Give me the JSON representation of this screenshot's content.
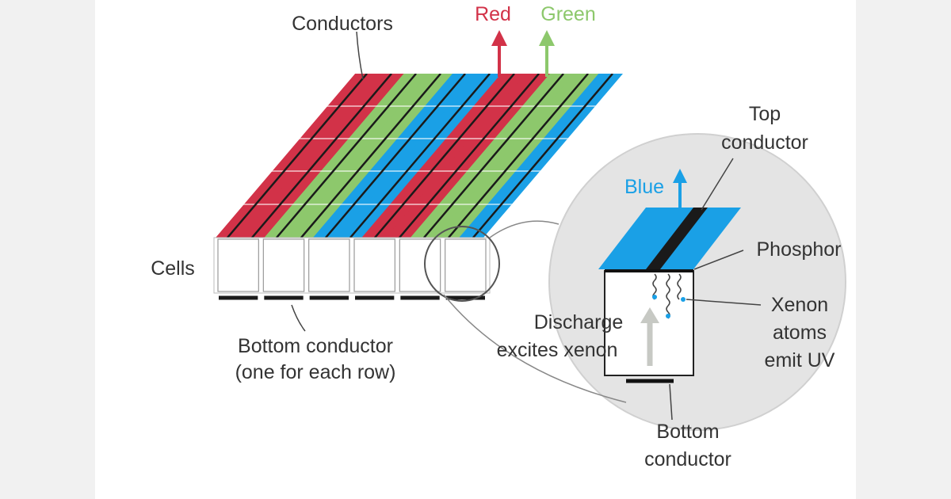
{
  "colors": {
    "red": "#d23248",
    "green": "#8dc86c",
    "blue": "#1aa0e6",
    "conductor": "#1a1a1a",
    "discharge_arrow": "#c7c9c4",
    "magnifier": "#e4e4e4",
    "text": "#333333"
  },
  "labels": {
    "conductors": "Conductors",
    "red": "Red",
    "green": "Green",
    "cells": "Cells",
    "bottom_conductor_line1": "Bottom conductor",
    "bottom_conductor_line2": "(one for each row)",
    "top_conductor_line1": "Top",
    "top_conductor_line2": "conductor",
    "blue": "Blue",
    "phosphor": "Phosphor",
    "discharge_line1": "Discharge",
    "discharge_line2": "excites xenon",
    "xenon_line1": "Xenon",
    "xenon_line2": "atoms",
    "xenon_line3": "emit UV",
    "bottom_line1": "Bottom",
    "bottom_line2": "conductor"
  },
  "stripe_colors": [
    "red",
    "red",
    "green",
    "green",
    "blue",
    "blue",
    "red",
    "red",
    "green",
    "green",
    "blue"
  ],
  "cell_count": 6
}
